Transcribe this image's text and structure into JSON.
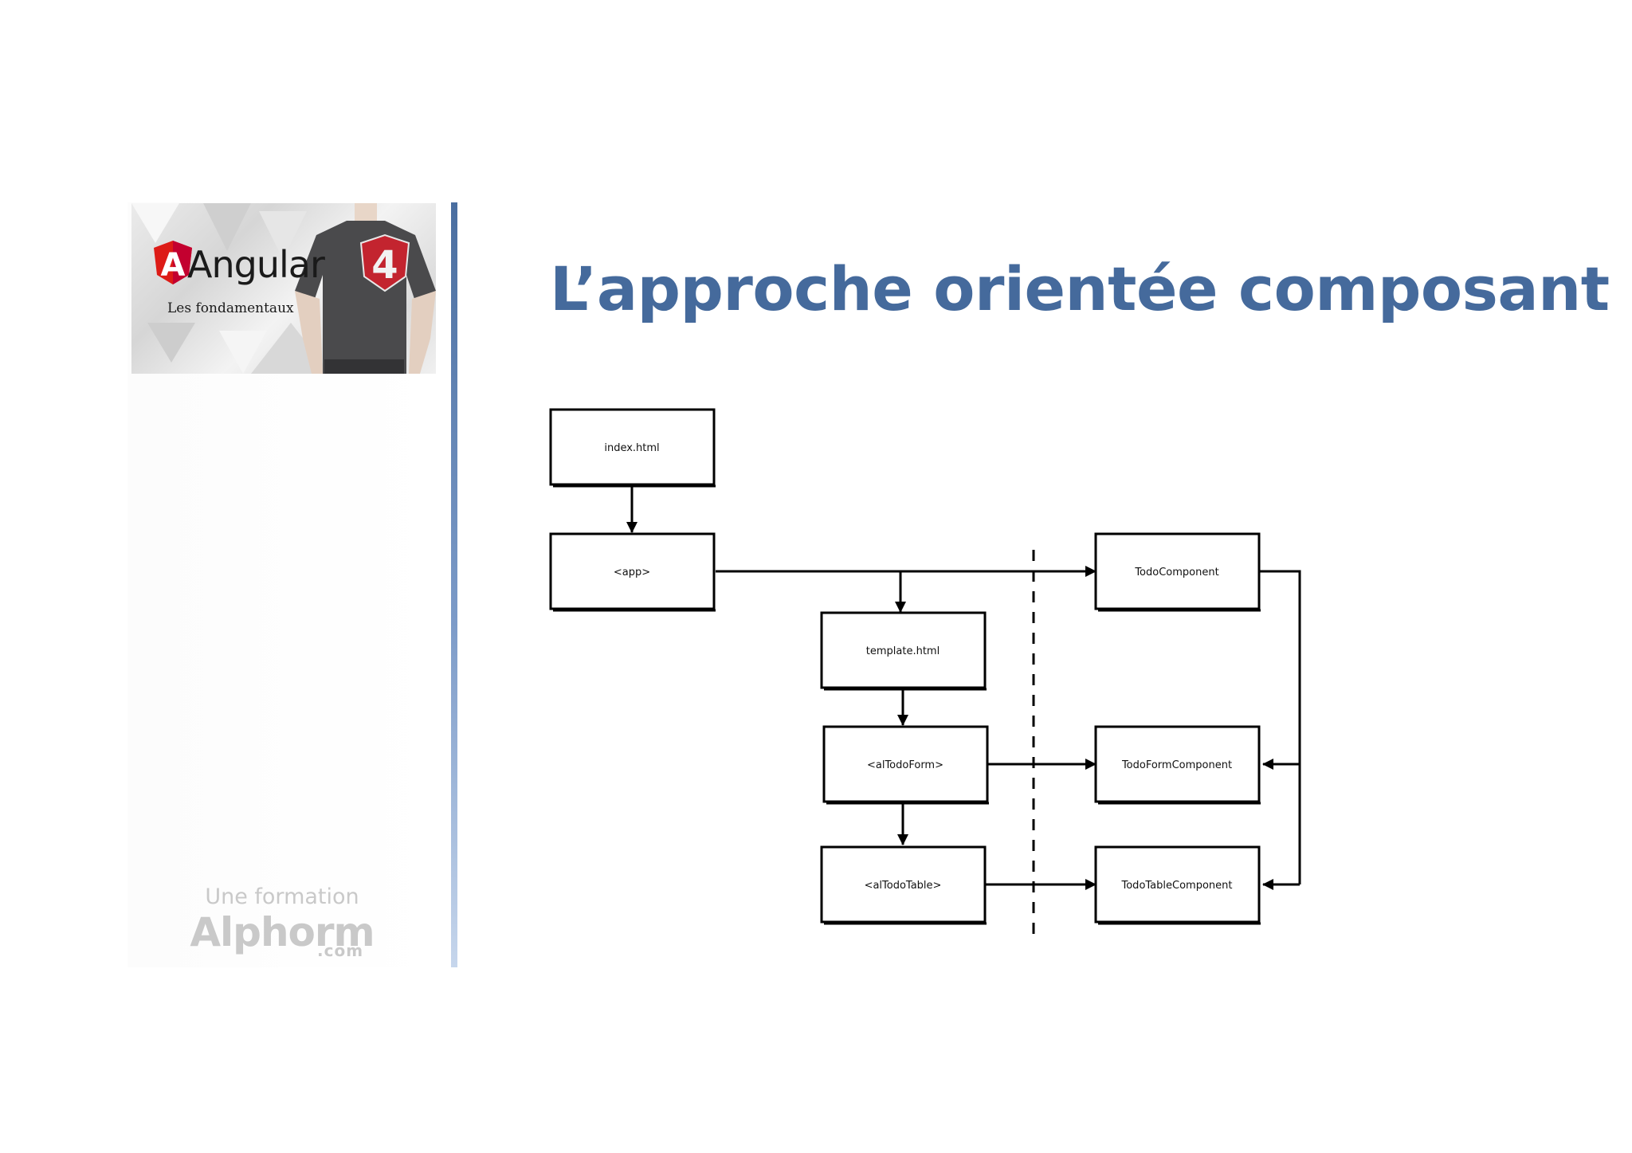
{
  "slide": {
    "title": "L’approche orientée composant"
  },
  "logo": {
    "word": "Angular",
    "subtitle": "Les fondamentaux",
    "version": "4"
  },
  "brand": {
    "line1": "Une formation",
    "line2": "Alphorm",
    "suffix": ".com"
  },
  "diagram": {
    "nodes": {
      "index_html": "index.html",
      "app": "<app>",
      "template_html": "template.html",
      "al_todo_form": "<alTodoForm>",
      "al_todo_table": "<alTodoTable>",
      "todo_component": "TodoComponent",
      "todo_form_component": "TodoFormComponent",
      "todo_table_component": "TodoTableComponent"
    }
  },
  "colors": {
    "title": "#456a9c",
    "accent_bar": "#4a6ea0",
    "angular_red": "#dd1b16",
    "brand_gray": "#c9c9c9"
  }
}
